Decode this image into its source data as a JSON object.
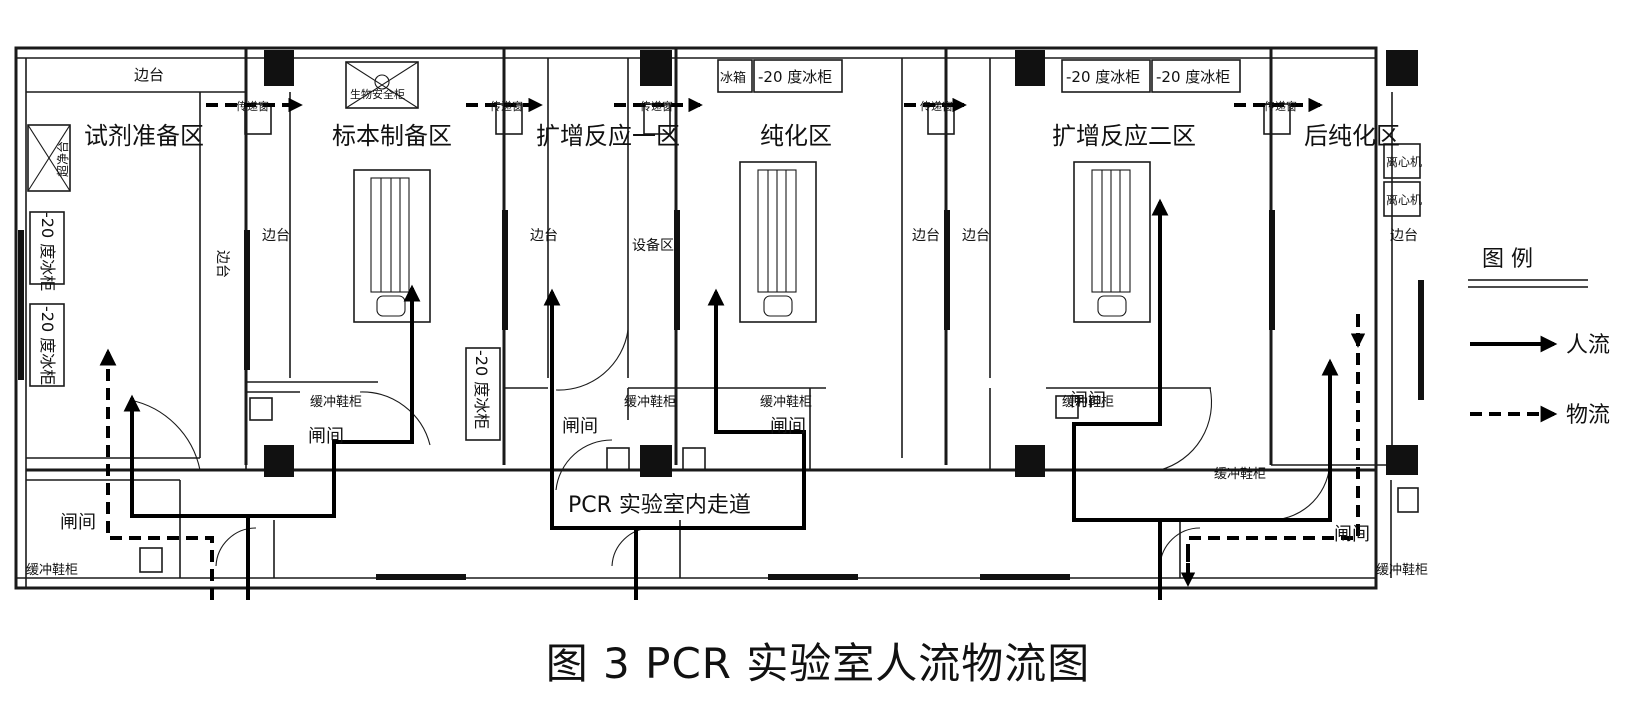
{
  "caption": "图 3 PCR 实验室人流物流图",
  "rooms": {
    "reagent": "试剂准备区",
    "specimen": "标本制备区",
    "amp1": "扩增反应一区",
    "purify": "纯化区",
    "amp2": "扩增反应二区",
    "post": "后纯化区"
  },
  "labels": {
    "bench": "边台",
    "clean_bench": "超净台",
    "freezer": "-20 度冰柜",
    "fridge": "冰箱",
    "bio_cabinet": "生物安全柜",
    "pass_box": "传递窗",
    "equipment": "设备区",
    "buffer": "缓冲鞋柜",
    "airlock": "闸间",
    "centrifuge": "离心机",
    "corridor": "PCR 实验室内走道"
  },
  "legend": {
    "title": "图 例",
    "person_flow": "人流",
    "material_flow": "物流"
  },
  "icons": {
    "arrow": "arrow-icon",
    "sink": "sink-icon"
  }
}
